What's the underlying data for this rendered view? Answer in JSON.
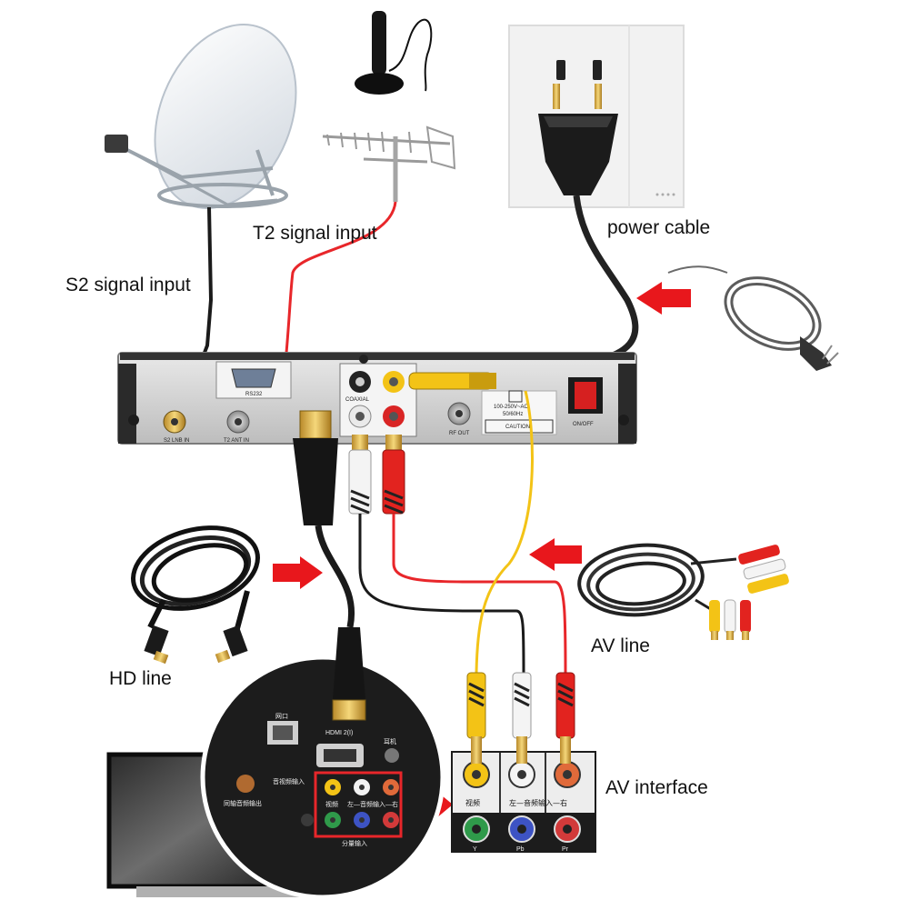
{
  "labels": {
    "t2_signal": "T2 signal input",
    "s2_signal": "S2 signal input",
    "power_cable": "power cable",
    "hd_line": "HD line",
    "av_line": "AV line",
    "av_interface": "AV interface"
  },
  "receiver": {
    "rs232": "RS232",
    "lnb_in": "S2 LNB IN",
    "ant_in": "T2 ANT IN",
    "coaxial": "COAXIAL",
    "rf_out": "RF OUT",
    "voltage": "100-250V~AC",
    "frequency": "50/60Hz",
    "caution": "CAUTION",
    "onoff": "ON/OFF"
  },
  "av_panel": {
    "video": "视频",
    "audio_input": "左—音频输入—右",
    "y": "Y",
    "pb": "Pb",
    "pr": "Pr"
  },
  "tv_panel": {
    "hdmi_label": "HDMI 2(I)",
    "network": "网口",
    "headphone": "耳机",
    "composite_in": "音视频输入",
    "component_in": "分量输入",
    "coax_out": "同轴音频输出",
    "video": "视频",
    "audio_input": "左—音频输入—右"
  },
  "colors": {
    "signal_red": "#e8262a",
    "arrow_red": "#e8171c",
    "cable_yellow": "#f3c316",
    "cable_black": "#1a1a1a"
  }
}
